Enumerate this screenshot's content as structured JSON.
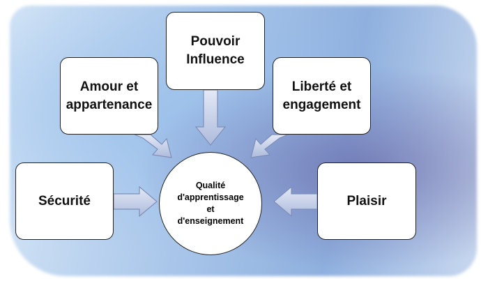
{
  "center": {
    "lines": [
      "Qualité",
      "d'apprentissage",
      "et",
      "d'enseignement"
    ]
  },
  "boxes": {
    "securite": [
      "Sécurité"
    ],
    "amour": [
      "Amour et",
      "appartenance"
    ],
    "pouvoir": [
      "Pouvoir",
      "Influence"
    ],
    "liberte": [
      "Liberté et",
      "engagement"
    ],
    "plaisir": [
      "Plaisir"
    ]
  },
  "colors": {
    "arrow_fill": "#c3cde6",
    "arrow_stroke": "#7d8fb8"
  }
}
